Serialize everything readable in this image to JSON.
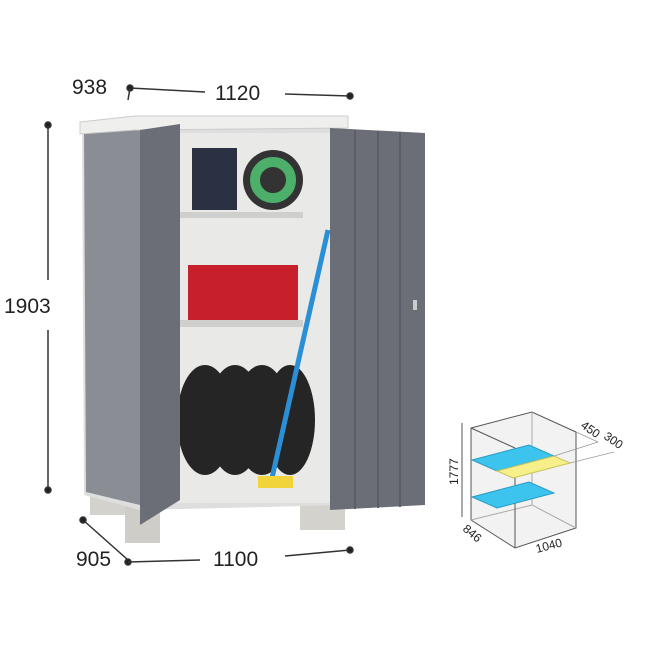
{
  "main_view": {
    "dimensions": {
      "top_depth": "938",
      "top_width": "1120",
      "height": "1903",
      "bottom_depth": "905",
      "bottom_width": "1100"
    }
  },
  "inner_diagram": {
    "dimensions": {
      "height": "1777",
      "depth": "846",
      "width": "1040",
      "shelf_depth_1": "450",
      "shelf_depth_2": "300"
    },
    "colors": {
      "shelf_blue": "#3cc3ee",
      "shelf_yellow": "#f7f08a"
    }
  },
  "colors": {
    "door": "#6b6e76",
    "body": "#e6e6e4",
    "frame": "#d8d8d6"
  }
}
